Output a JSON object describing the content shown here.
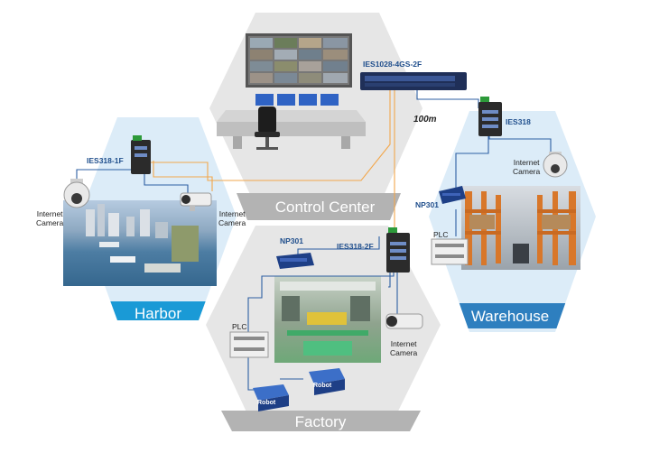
{
  "zones": {
    "control_center": {
      "label": "Control Center"
    },
    "harbor": {
      "label": "Harbor"
    },
    "warehouse": {
      "label": "Warehouse"
    },
    "factory": {
      "label": "Factory"
    }
  },
  "devices": {
    "core_switch": "IES1028-4GS-2F",
    "harbor_switch": "IES318-1F",
    "warehouse_switch": "IES318",
    "factory_switch": "IES318-2F",
    "factory_server": "NP301",
    "warehouse_server": "NP301"
  },
  "labels": {
    "link_distance": "100m",
    "internet_camera": "Internet\nCamera",
    "plc": "PLC",
    "robot": "Robot"
  },
  "colors": {
    "harbor_band": "#1a9ad6",
    "warehouse_band": "#2e7fbf",
    "gray_band": "#b3b3b3",
    "fiber": "#f2a74c",
    "copper": "#2d5fa3",
    "hex_blue": "#dcecf8",
    "hex_gray": "#e9e9e9"
  }
}
